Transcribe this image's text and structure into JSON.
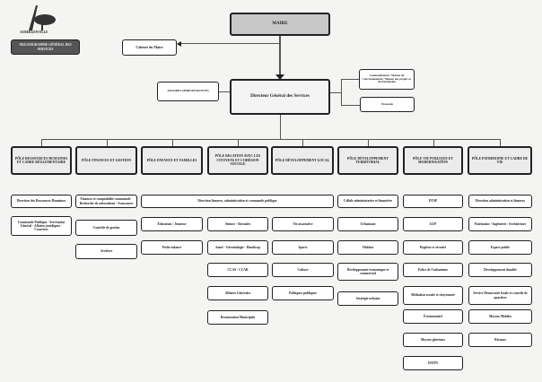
{
  "logo": {
    "text": "AUBERGENVILLE"
  },
  "title": "ORGANIGRAMME GÉNÉRAL DES SERVICES",
  "maire": "MAIRE",
  "cabinet": "Cabinet du Maire",
  "dgs": "Directeur Général des Services",
  "affaires_admin": "AFFAIRES ADMINISTRATIVES",
  "communication": "Communication / Maison de l'environnement / Maison des projets et du Patrimoine",
  "protocole": "Protocole",
  "poles": [
    "PÔLE RESSOURCES HUMAINES ET CADRE RÉGLEMENTAIRE",
    "PÔLE FINANCES ET GESTION",
    "PÔLE ENFANCE ET FAMILLES",
    "PÔLE RELATION AVEC LES CITOYENS ET COHÉSION SOCIALE",
    "PÔLE DÉVELOPPEMENT LOCAL",
    "PÔLE DÉVELOPPEMENT TERRITORIAL",
    "PÔLE VIE PUBLIQUE ET MODERNISATION",
    "PÔLE PATRIMOINE ET CADRE DE VIE"
  ],
  "services": {
    "rh": [
      "Direction des Ressources Humaines",
      "Commande Publique - Secrétariat Général - Affaires juridiques - Courriers"
    ],
    "fin": [
      "Finances et comptabilité communale - Recherche de subventions - Assurances",
      "Contrôle de gestion",
      "Archives"
    ],
    "shared": "Direction finances, administration et commande publique",
    "enf": [
      "Éducation / Jeunesse",
      "Petite enfance"
    ],
    "rel": [
      "Séniors - Retraités",
      "Santé - Gérontologie - Handicap",
      "CCAS - CCAR",
      "Affaires Générales",
      "Restauration Municipale"
    ],
    "loc": [
      "Vie associative",
      "Sports",
      "Culture",
      "Politiques publiques"
    ],
    "ter": [
      "Cellule administrative et financière",
      "Urbanisme",
      "Habitat",
      "Développement économique et commercial",
      "Stratégie urbaine"
    ],
    "vie": [
      "DTSP",
      "GUP",
      "Hygiène et sécurité",
      "Police de l'urbanisme",
      "Médiation sociale et citoyenneté",
      "Événementiel",
      "Moyens généraux",
      "DSITN"
    ],
    "pat": [
      "Direction administration et finances",
      "Patrimoine / Ingénierie / Architecture",
      "Espace public",
      "Développement durable",
      "Service Démocratie locale et conseils de quartiers",
      "Moyens Mobiles",
      "Réseaux"
    ]
  }
}
